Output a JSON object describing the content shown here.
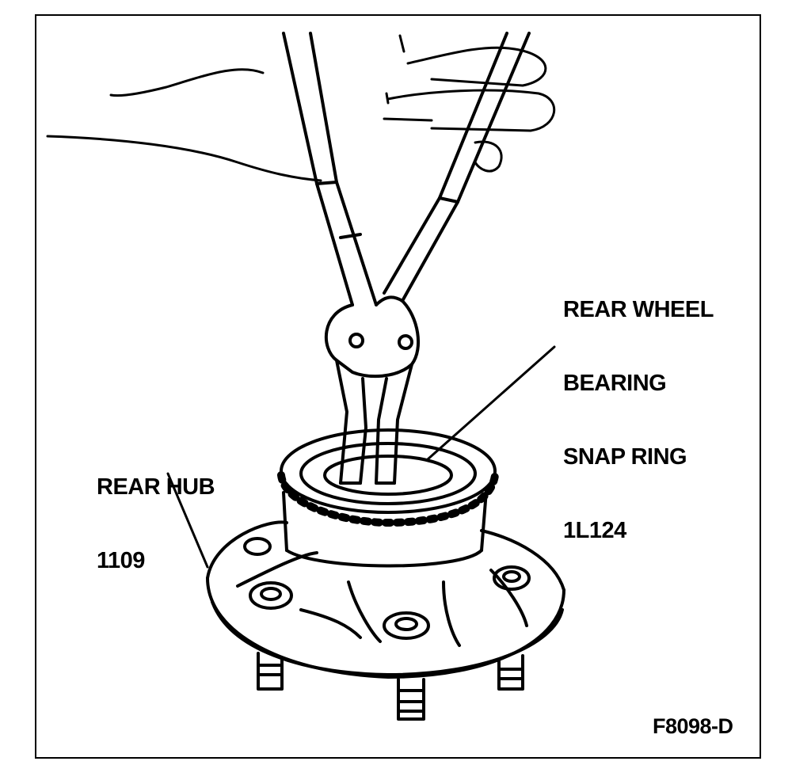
{
  "labels": {
    "snap_ring": [
      "REAR WHEEL",
      "BEARING",
      "SNAP RING",
      "1L124"
    ],
    "rear_hub": [
      "REAR HUB",
      "1109"
    ],
    "figure_id": "F8098-D"
  },
  "colors": {
    "ink": "#000000",
    "paper": "#ffffff"
  }
}
